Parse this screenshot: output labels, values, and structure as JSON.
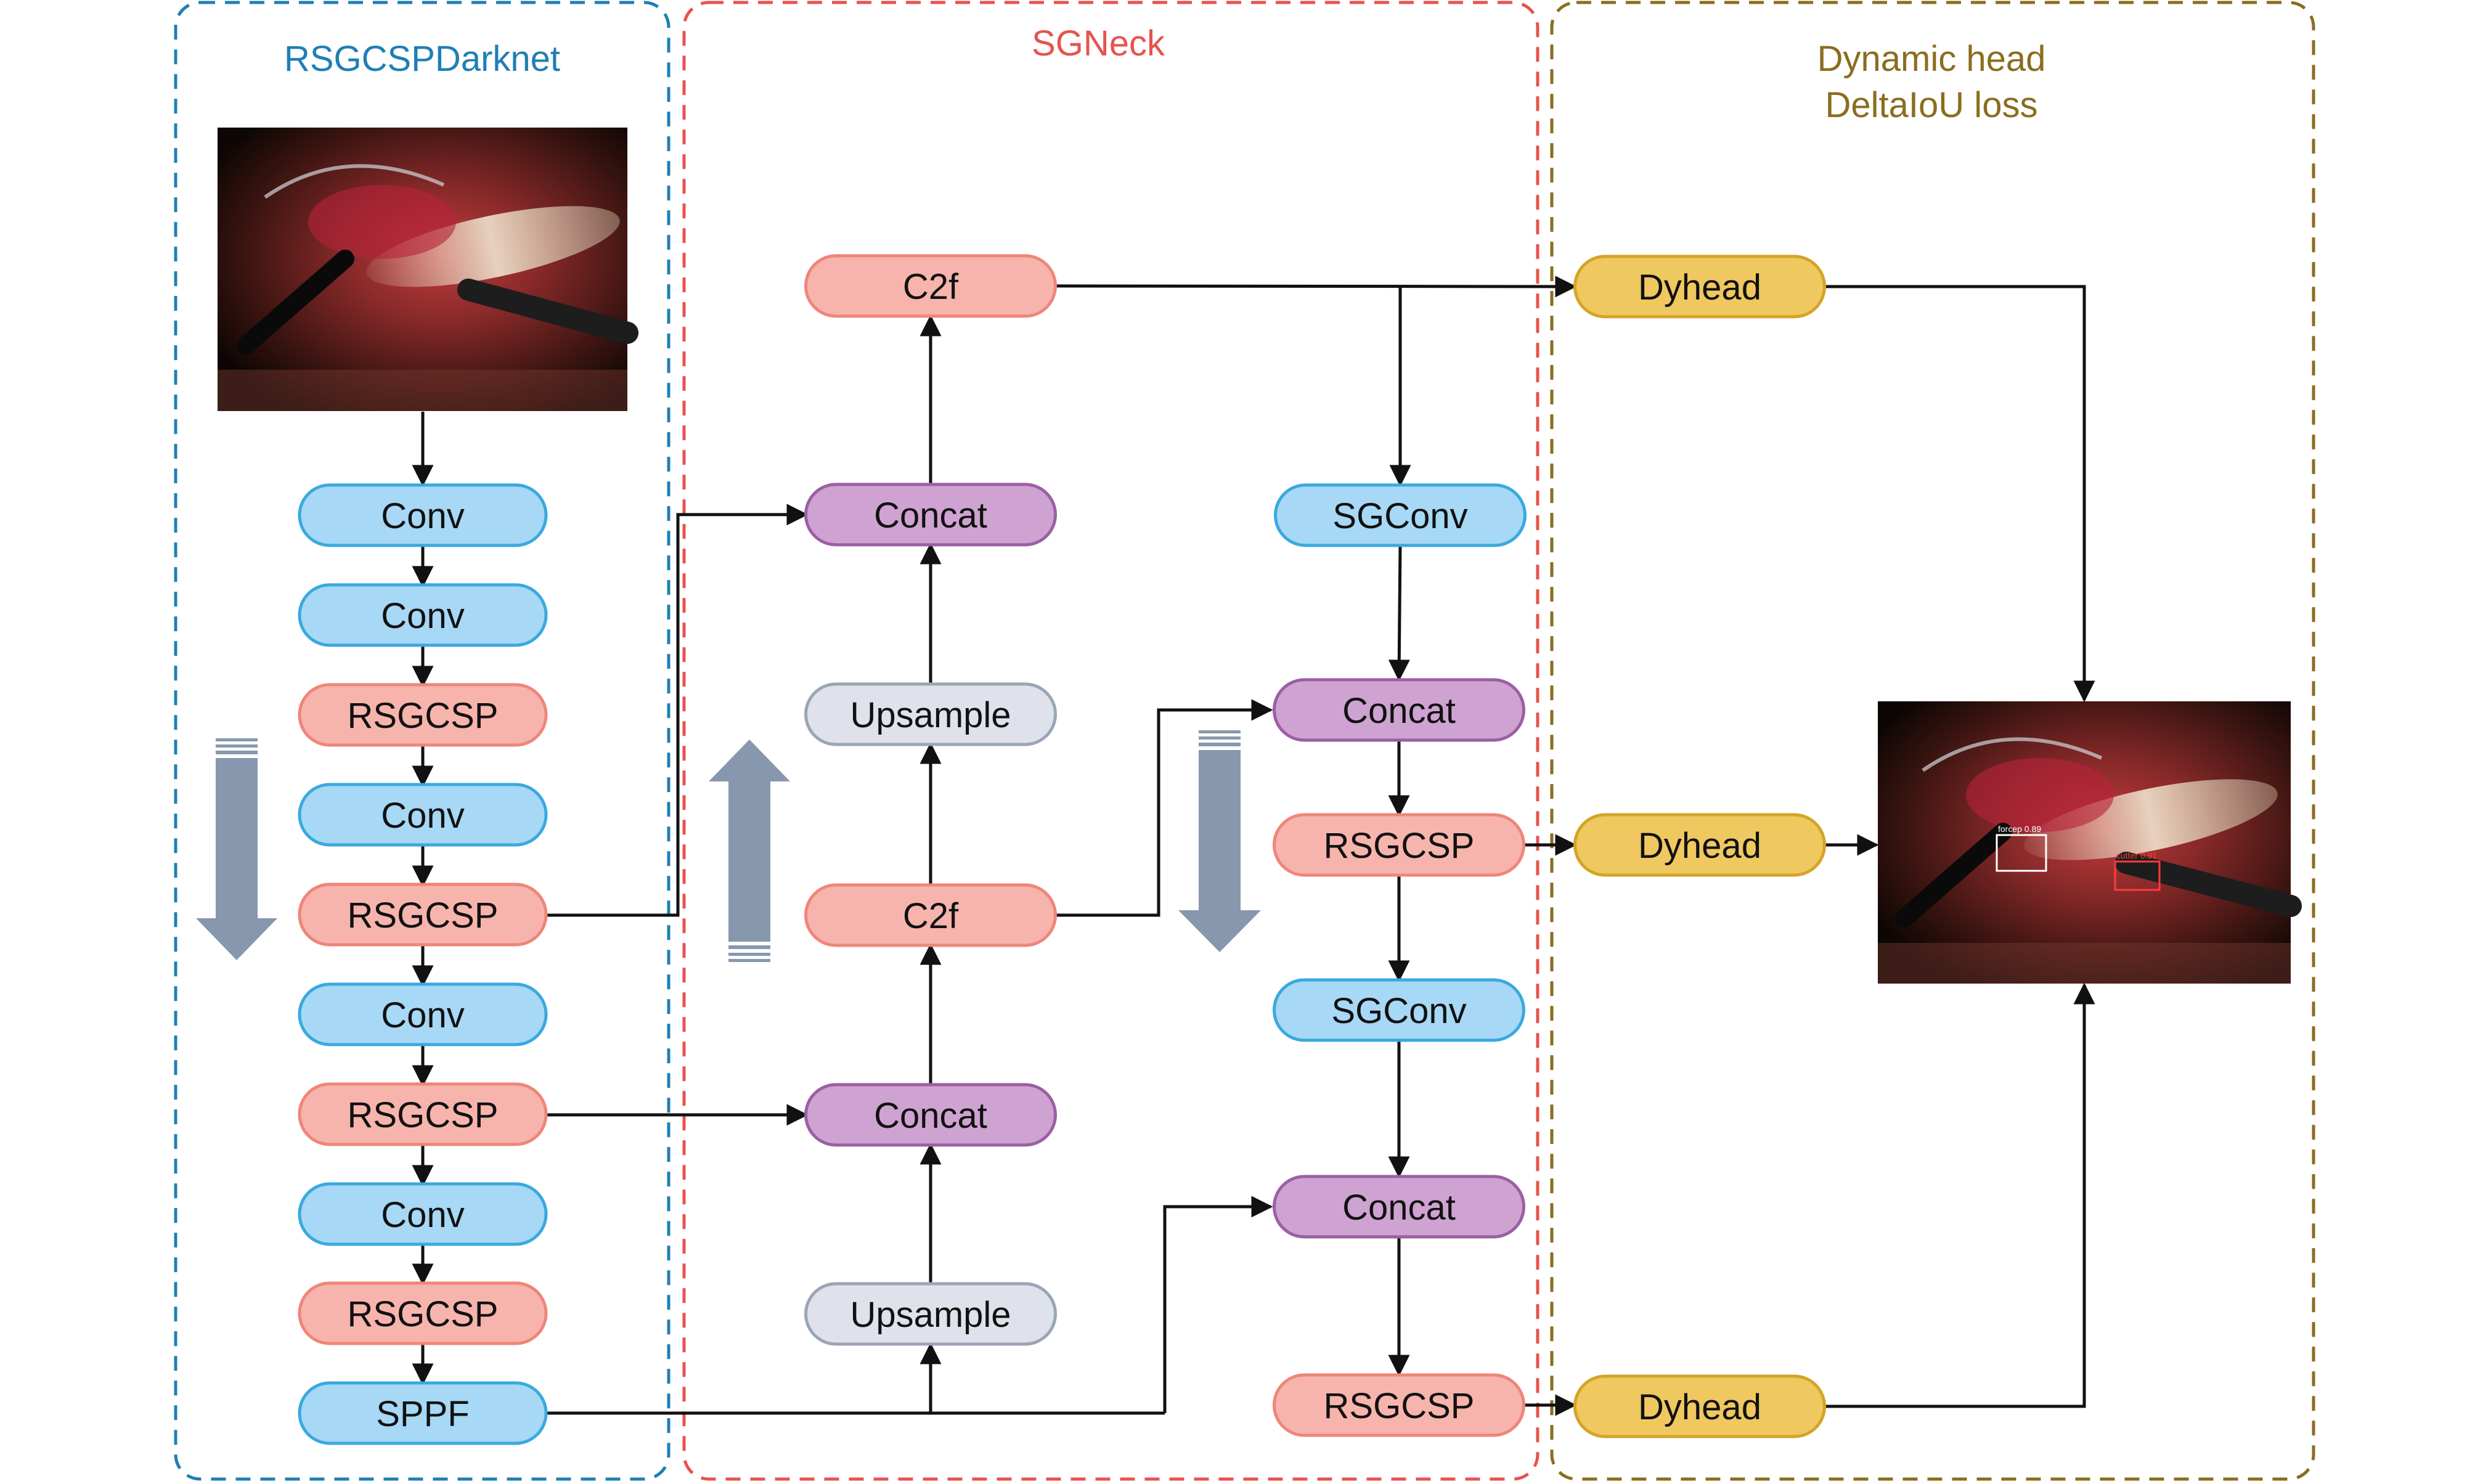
{
  "sections": [
    {
      "id": "backbone",
      "title_lines": [
        "RSGCSPDarknet"
      ],
      "color": "#1f7fb4"
    },
    {
      "id": "neck",
      "title_lines": [
        "SGNeck"
      ],
      "color": "#e8524e"
    },
    {
      "id": "head",
      "title_lines": [
        "Dynamic head",
        "DeltaIoU loss"
      ],
      "color": "#8a6d1e"
    }
  ],
  "node_types": {
    "conv": {
      "fill": "#a7d8f5",
      "stroke": "#3aa9df"
    },
    "rsgcsp": {
      "fill": "#f7b4ad",
      "stroke": "#ee8679"
    },
    "c2f": {
      "fill": "#f7b4ad",
      "stroke": "#ee8679"
    },
    "concat": {
      "fill": "#cfa3d1",
      "stroke": "#9b5fa4"
    },
    "upsample": {
      "fill": "#dfe2ea",
      "stroke": "#9aa5b5"
    },
    "dyhead": {
      "fill": "#f0c860",
      "stroke": "#d4a428"
    }
  },
  "nodes": [
    {
      "id": "b1",
      "label": "Conv",
      "type": "conv"
    },
    {
      "id": "b2",
      "label": "Conv",
      "type": "conv"
    },
    {
      "id": "b3",
      "label": "RSGCSP",
      "type": "rsgcsp"
    },
    {
      "id": "b4",
      "label": "Conv",
      "type": "conv"
    },
    {
      "id": "b5",
      "label": "RSGCSP",
      "type": "rsgcsp"
    },
    {
      "id": "b6",
      "label": "Conv",
      "type": "conv"
    },
    {
      "id": "b7",
      "label": "RSGCSP",
      "type": "rsgcsp"
    },
    {
      "id": "b8",
      "label": "Conv",
      "type": "conv"
    },
    {
      "id": "b9",
      "label": "RSGCSP",
      "type": "rsgcsp"
    },
    {
      "id": "b10",
      "label": "SPPF",
      "type": "conv"
    },
    {
      "id": "n_c2f_top",
      "label": "C2f",
      "type": "c2f"
    },
    {
      "id": "n_concat1",
      "label": "Concat",
      "type": "concat"
    },
    {
      "id": "n_up1",
      "label": "Upsample",
      "type": "upsample"
    },
    {
      "id": "n_c2f_mid",
      "label": "C2f",
      "type": "c2f"
    },
    {
      "id": "n_concat2",
      "label": "Concat",
      "type": "concat"
    },
    {
      "id": "n_up2",
      "label": "Upsample",
      "type": "upsample"
    },
    {
      "id": "n_sgconv1",
      "label": "SGConv",
      "type": "conv"
    },
    {
      "id": "n_concat3",
      "label": "Concat",
      "type": "concat"
    },
    {
      "id": "n_rsgcsp1",
      "label": "RSGCSP",
      "type": "rsgcsp"
    },
    {
      "id": "n_sgconv2",
      "label": "SGConv",
      "type": "conv"
    },
    {
      "id": "n_concat4",
      "label": "Concat",
      "type": "concat"
    },
    {
      "id": "n_rsgcsp2",
      "label": "RSGCSP",
      "type": "rsgcsp"
    },
    {
      "id": "h1",
      "label": "Dyhead",
      "type": "dyhead"
    },
    {
      "id": "h2",
      "label": "Dyhead",
      "type": "dyhead"
    },
    {
      "id": "h3",
      "label": "Dyhead",
      "type": "dyhead"
    }
  ],
  "detections": [
    {
      "label": "forcep 0.89",
      "color": "#ffffff"
    },
    {
      "label": "cutter 0.91",
      "color": "#ff3b3b"
    }
  ],
  "colors": {
    "arrow": "#111111",
    "flow_arrow": "#8797ad"
  },
  "images": {
    "input": "surgical-scene-photo",
    "output": "detection-result-photo"
  }
}
